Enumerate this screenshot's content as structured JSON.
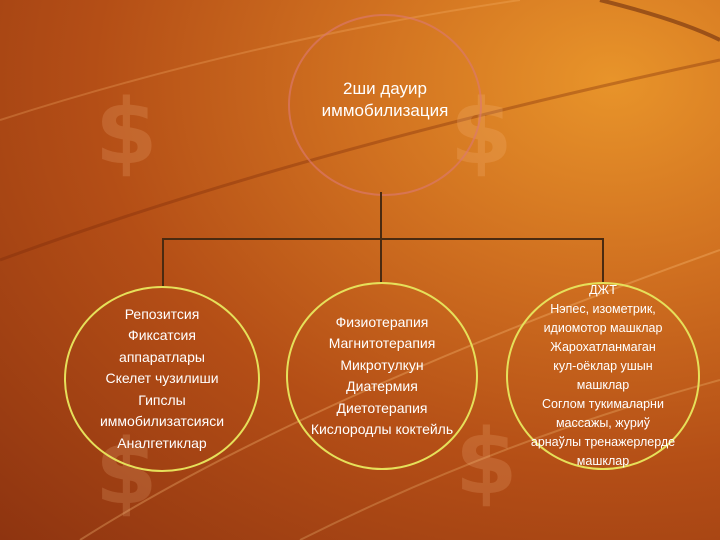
{
  "title": {
    "line1": "2ши дауир",
    "line2": "иммобилизация"
  },
  "left_circle": {
    "items": [
      "Репозитсия",
      "Фиксатсия",
      "аппаратлары",
      "Скелет чузилиши",
      "Гипслы",
      "иммобилизатсияси",
      "Аналгетиклар"
    ]
  },
  "center_circle": {
    "items": [
      "Физиотерапия",
      "Магнитотерапия",
      "Микротулкун",
      "Диатермия",
      "Диетотерапия",
      "Кислородлы коктейль"
    ]
  },
  "right_circle": {
    "items": [
      "ДЖТ",
      "Нэпес, изометрик,",
      "идиомотор машклар",
      "Жарохатланмаган",
      "кул-оёклар ушын",
      "машклар",
      "Соглом тукималарни",
      "массажы, журиў",
      "арнаўлы тренажерлерде",
      "машклар"
    ]
  },
  "colors": {
    "circle_border": "#e6e05a",
    "connector": "#4a2a10",
    "text": "#ffffff"
  }
}
